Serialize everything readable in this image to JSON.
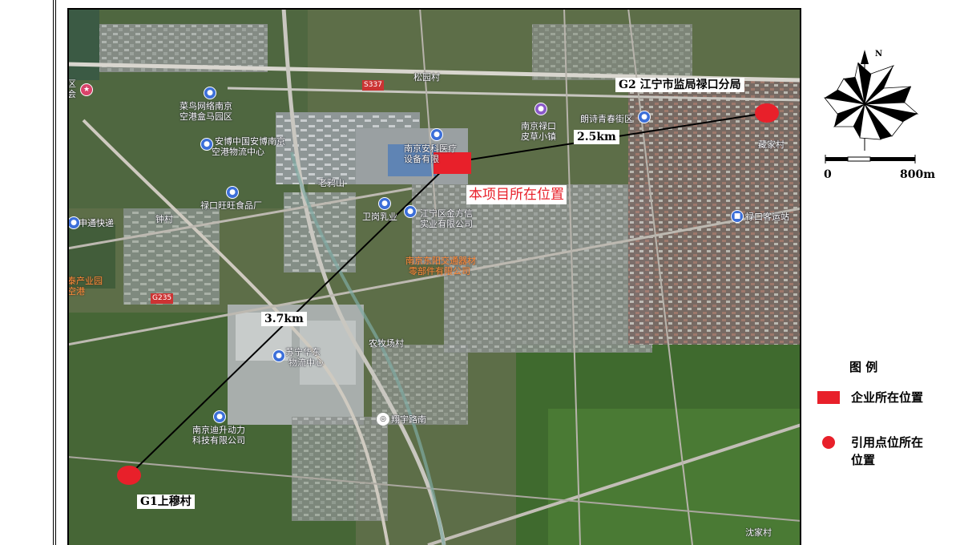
{
  "map": {
    "project_label": "本项目所在位置",
    "points": {
      "g1": "G1上穆村",
      "g2": "G2 江宁市监局禄口分局"
    },
    "distances": {
      "d1": "3.7km",
      "d2": "2.5km"
    },
    "pois": {
      "p1": "菜鸟网络南京",
      "p1b": "空港盒马园区",
      "p2": "安博中国安博南京",
      "p2b": "空港物流中心",
      "p3": "松园村",
      "p4": "南京禄口",
      "p4b": "皮草小镇",
      "p5": "朗诗青春街区",
      "p6": "藏家村",
      "p7": "南京安科医疗",
      "p7b": "设备有限",
      "p8": "老鸦山",
      "p9": "禄口旺旺食品厂",
      "p10": "卫岗乳业",
      "p11": "江宁区金方信",
      "p11b": "实业有限公司",
      "p12": "禄口客运站",
      "p13": "钟村",
      "p14": "申通快递",
      "p15": "南京东阳交通器材",
      "p15b": "零部件有限公司",
      "p16": "泰产业园",
      "p16b": "空港",
      "p17": "农牧场村",
      "p18": "苏宁华东",
      "p18b": "物流中心",
      "p19": "翔宇路南",
      "p20": "南京迪升动力",
      "p20b": "科技有限公司",
      "p21": "沈家村",
      "p22": "区",
      "p22b": "会",
      "road1": "S337",
      "road2": "G235"
    }
  },
  "scale": {
    "north": "N",
    "start": "0",
    "end": "800m"
  },
  "legend": {
    "title": "图  例",
    "items": [
      {
        "label": "企业所在位置",
        "color": "#e8202a"
      },
      {
        "label": "引用点位所在\n位置",
        "color": "#e8202a"
      }
    ],
    "item2_line1": "引用点位所在",
    "item2_line2": "位置"
  }
}
